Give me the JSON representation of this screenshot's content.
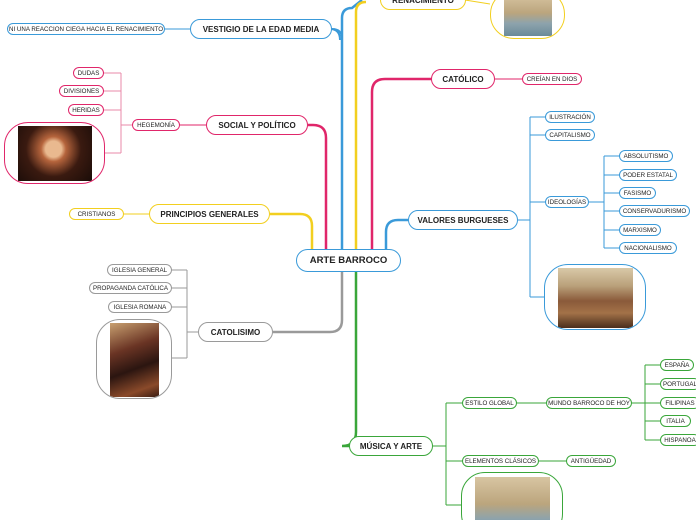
{
  "root": "ARTE BARROCO",
  "branches": {
    "renacimiento": "RENACIMIENTO",
    "catolico": "CATÓLICO",
    "vestigio": "VESTIGIO DE LA EDAD MEDIA",
    "social": "SOCIAL Y POLÍTICO",
    "principios": "PRINCIPIOS GENERALES",
    "catolicismo": "CATOLISIMO",
    "valores": "VALORES BURGUESES",
    "musica": "MÚSICA Y ARTE"
  },
  "vestigio_children": [
    "NI UNA REACCION CIEGA HACIA EL RENACIMIENTO"
  ],
  "catolico_children": [
    "CREÍAN EN DIOS"
  ],
  "social_children": {
    "hegemonia": "HEGEMONÍA",
    "items": [
      "DUDAS",
      "DIVISIONES",
      "HERIDAS"
    ]
  },
  "principios_children": [
    "CRISTIANOS"
  ],
  "catolicismo_children": [
    "IGLESIA GENERAL",
    "PROPAGANDA CATÓLICA",
    "IGLESIA ROMANA"
  ],
  "valores_children": {
    "ilustracion": "ILUSTRACIÓN",
    "capitalismo": "CAPITALISMO",
    "ideologias": "IDEOLOGÍAS",
    "ideologias_items": [
      "ABSOLUTISMO",
      "PODER ESTATAL",
      "FASISMO",
      "CONSERVADURISMO",
      "MARXISMO",
      "NACIONALISMO"
    ]
  },
  "musica_children": {
    "estilo": "ESTILO GLOBAL",
    "mundo": "MUNDO BARROCO DE HOY",
    "paises": [
      "ESPAÑA",
      "PORTUGAL",
      "FILIPINAS",
      "ITALIA",
      "HISPANOA"
    ],
    "elementos": "ELEMENTOS CLÁSICOS",
    "antiguedad": "ANTIGÜEDAD"
  },
  "colors": {
    "blue": "#3a9ad9",
    "yellow": "#f2cf1f",
    "pink": "#e0266a",
    "gray": "#9a9a9a",
    "green": "#3aa63a",
    "lightpink": "#e88aa8"
  },
  "images": [
    "fountain-image",
    "painting-image",
    "battle-painting-image",
    "religious-painting-image"
  ]
}
